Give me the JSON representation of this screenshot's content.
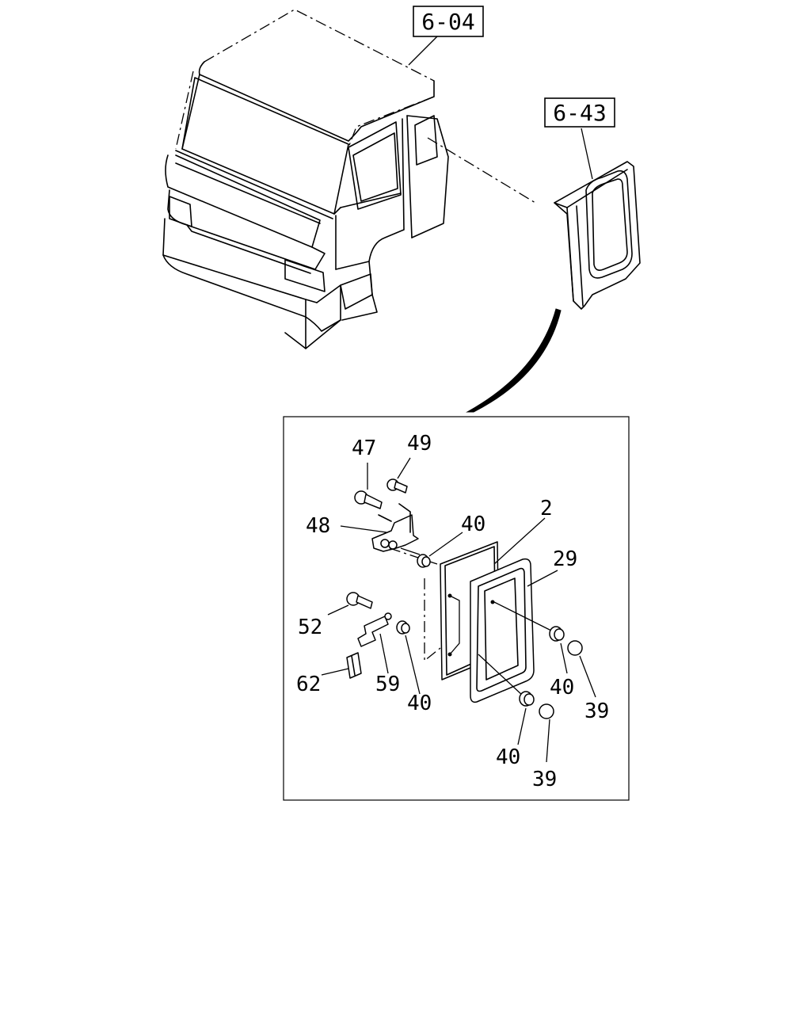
{
  "references": {
    "cab": "6-04",
    "rear_panel": "6-43"
  },
  "callouts": {
    "c47": "47",
    "c49": "49",
    "c48": "48",
    "c40_top": "40",
    "c2": "2",
    "c29": "29",
    "c52": "52",
    "c62": "62",
    "c59": "59",
    "c40_mid": "40",
    "c40_right": "40",
    "c39_right": "39",
    "c40_bottom": "40",
    "c39_bottom": "39"
  }
}
